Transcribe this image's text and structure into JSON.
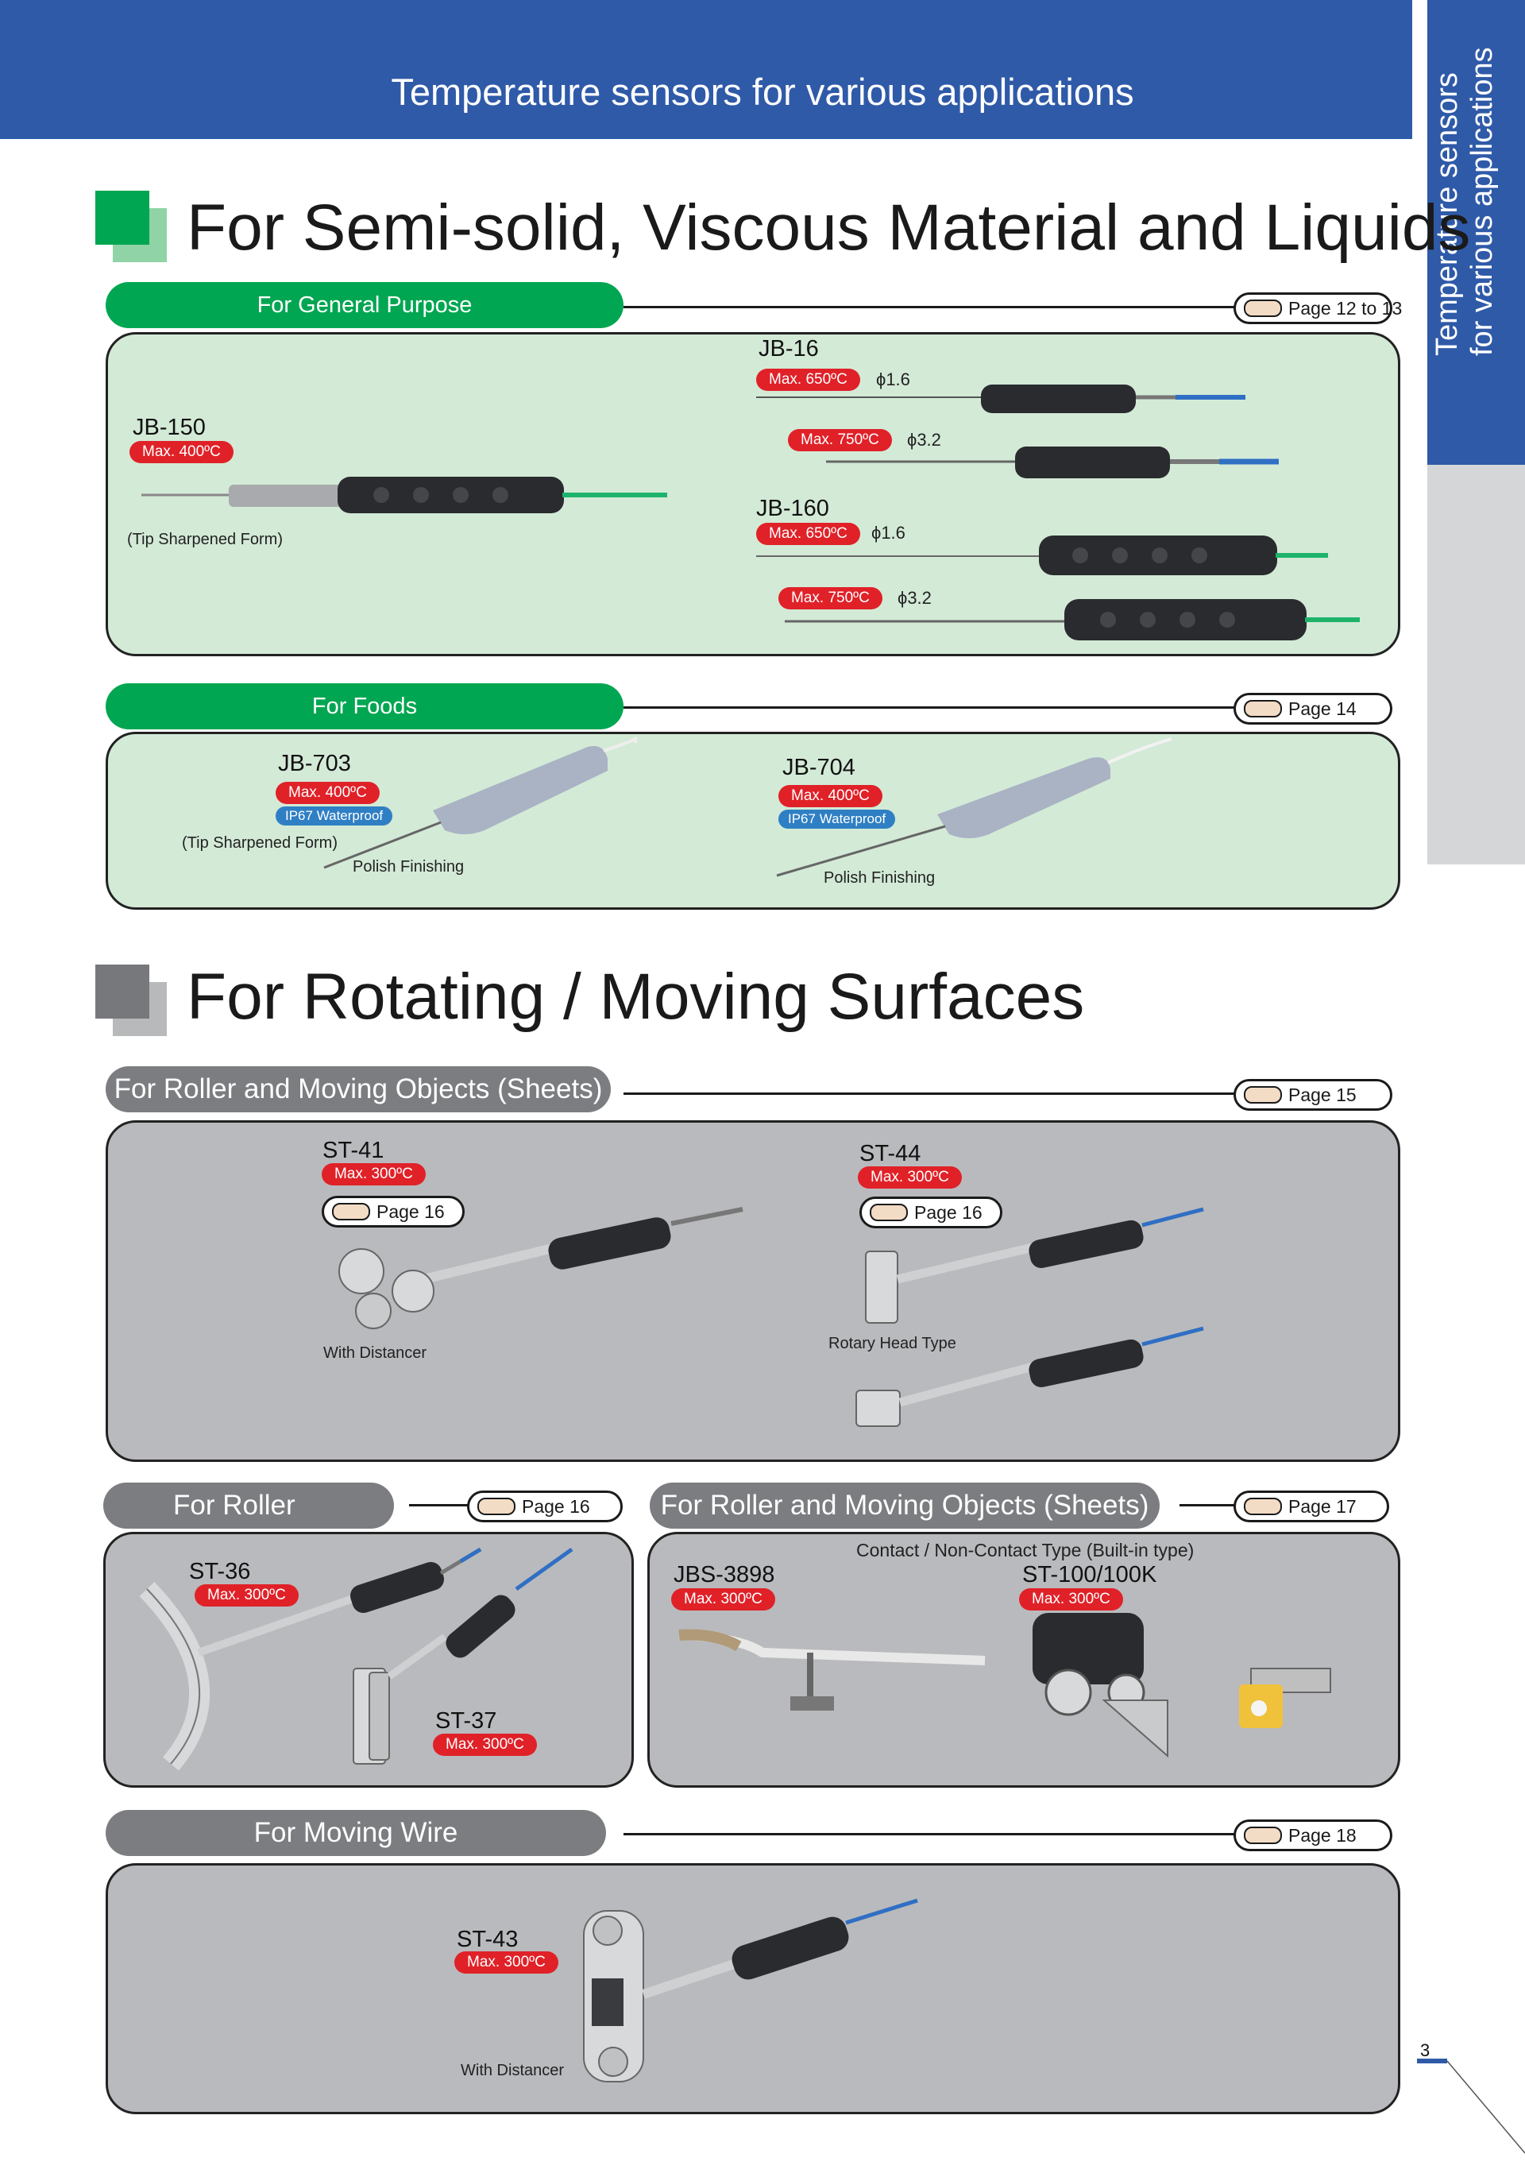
{
  "header": {
    "title": "Temperature sensors for various applications"
  },
  "side_tab": {
    "line1": "Temperature sensors",
    "line2": "for various applications"
  },
  "section1": {
    "heading": "For Semi-solid, Viscous Material and Liquids",
    "general": {
      "label": "For General Purpose",
      "page_ref": "Page 12 to 13",
      "jb150": {
        "model": "JB-150",
        "max": "Max. 400ºC",
        "note": "(Tip Sharpened Form)"
      },
      "jb16": {
        "model": "JB-16",
        "max1": "Max. 650ºC",
        "dia1": "ϕ1.6",
        "max2": "Max. 750ºC",
        "dia2": "ϕ3.2"
      },
      "jb160": {
        "model": "JB-160",
        "max1": "Max. 650ºC",
        "dia1": "ϕ1.6",
        "max2": "Max. 750ºC",
        "dia2": "ϕ3.2"
      }
    },
    "foods": {
      "label": "For Foods",
      "page_ref": "Page 14",
      "jb703": {
        "model": "JB-703",
        "max": "Max. 400ºC",
        "ip": "IP67 Waterproof",
        "note1": "(Tip Sharpened Form)",
        "note2": "Polish Finishing"
      },
      "jb704": {
        "model": "JB-704",
        "max": "Max. 400ºC",
        "ip": "IP67 Waterproof",
        "note": "Polish Finishing"
      }
    }
  },
  "section2": {
    "heading": "For Rotating / Moving Surfaces",
    "sheets": {
      "label": "For Roller and Moving Objects (Sheets)",
      "page_ref": "Page 15",
      "st41": {
        "model": "ST-41",
        "max": "Max. 300ºC",
        "page_ref": "Page 16",
        "note": "With Distancer"
      },
      "st44": {
        "model": "ST-44",
        "max": "Max. 300ºC",
        "page_ref": "Page 16",
        "note": "Rotary Head Type"
      }
    },
    "roller": {
      "label": "For Roller",
      "page_ref": "Page 16",
      "st36": {
        "model": "ST-36",
        "max": "Max. 300ºC"
      },
      "st37": {
        "model": "ST-37",
        "max": "Max. 300ºC"
      }
    },
    "sheets2": {
      "label": "For Roller and Moving Objects (Sheets)",
      "page_ref": "Page 17",
      "subtitle": "Contact / Non-Contact Type (Built-in type)",
      "jbs3898": {
        "model": "JBS-3898",
        "max": "Max. 300ºC"
      },
      "st100": {
        "model": "ST-100/100K",
        "max": "Max. 300ºC"
      }
    },
    "wire": {
      "label": "For Moving Wire",
      "page_ref": "Page 18",
      "st43": {
        "model": "ST-43",
        "max": "Max. 300ºC",
        "note": "With Distancer"
      }
    }
  },
  "page_number": "3",
  "colors": {
    "brand_blue": "#2f5aa8",
    "green": "#00a651",
    "red": "#e02128",
    "grey": "#7c7d80"
  }
}
